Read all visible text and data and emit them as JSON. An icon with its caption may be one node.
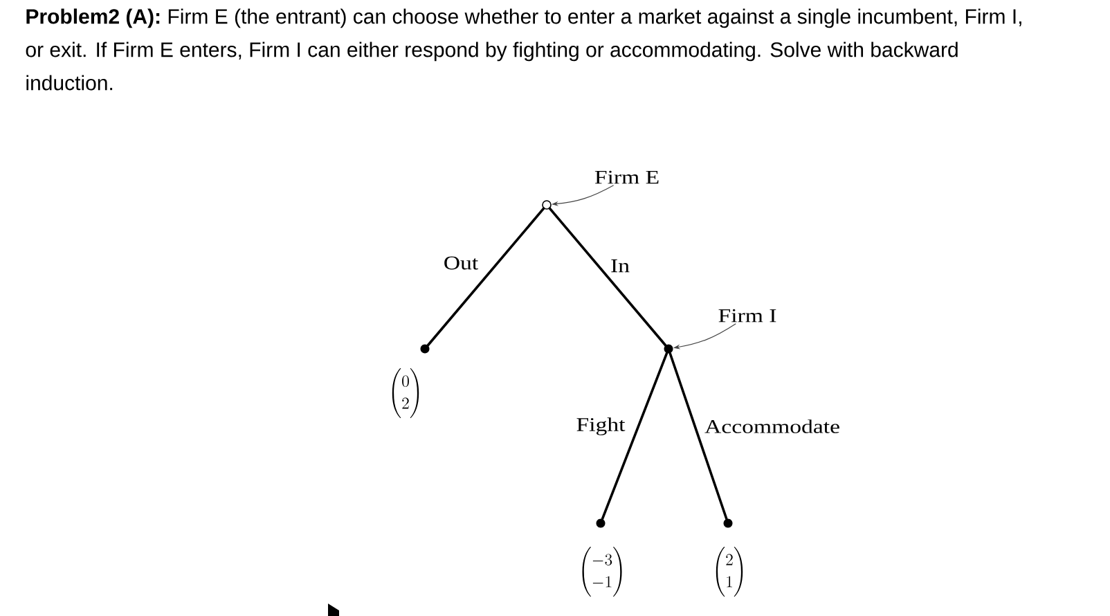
{
  "diagram": {
    "title": "**Problem2 (A):** Firm E (the entrant) can choose whether to enter a market against a single incumbent, Firm I, or exit. If Firm E enters, Firm I can either respond by fighting or accommodating. Solve with backward induction.",
    "nodes": [
      {
        "text": [
          "Firm E"
        ]
      },
      {
        "text": [],
        "shape": "circle"
      },
      {
        "text": [
          "Firm I"
        ]
      },
      {
        "text": [],
        "shape": "dot"
      },
      {
        "text": [],
        "shape": "dot",
        "beside": [
          "\\begin{pmatrix}0\\\\2\\end{pmatrix}"
        ]
      },
      {
        "text": [],
        "shape": "dot",
        "beside": [
          "\\begin{pmatrix}-3\\\\-1\\end{pmatrix}"
        ]
      },
      {
        "text": [],
        "shape": "dot",
        "beside": [
          "\\begin{pmatrix}2\\\\1\\end{pmatrix}"
        ]
      }
    ],
    "edges": [
      {
        "from": 0,
        "to": 1,
        "arrow": "to",
        "color": "#444444"
      },
      {
        "from": 1,
        "to": 4,
        "arrow": "none",
        "label": "Out"
      },
      {
        "from": 1,
        "to": 3,
        "arrow": "none",
        "label": "In"
      },
      {
        "from": 2,
        "to": 3,
        "arrow": "to",
        "color": "#444444"
      },
      {
        "from": 3,
        "to": 5,
        "arrow": "none",
        "label": "Fight"
      },
      {
        "from": 3,
        "to": 6,
        "arrow": "none",
        "label": "Accommodate"
      }
    ]
  }
}
